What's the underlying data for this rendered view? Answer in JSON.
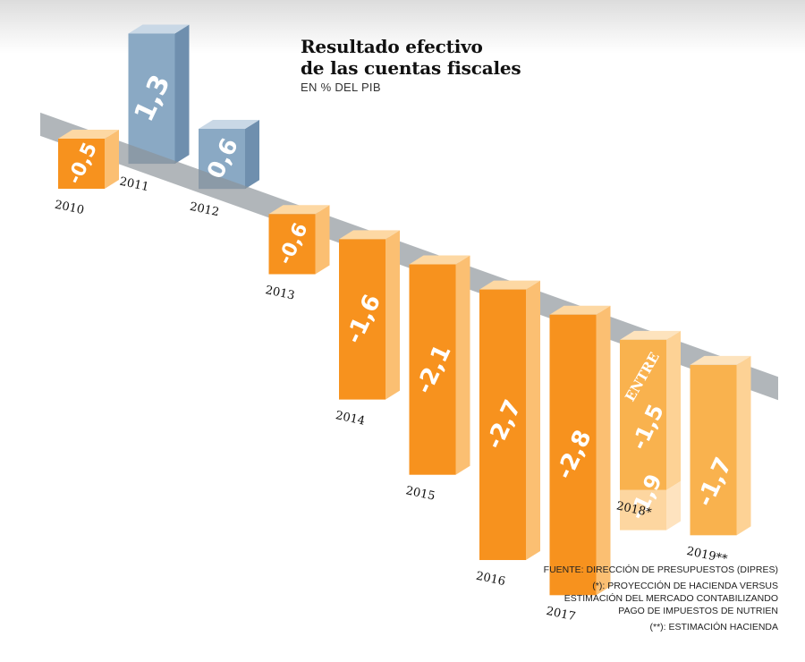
{
  "title": [
    "Resultado efectivo",
    "de las cuentas fiscales"
  ],
  "subtitle": "EN % DEL PIB",
  "notes": [
    "FUENTE: DIRECCIÓN DE PRESUPUESTOS (DIPRES)",
    "(*): PROYECCIÓN DE HACIENDA VERSUS\nESTIMACIÓN DEL MERCADO CONTABILIZANDO\nPAGO DE IMPUESTOS DE NUTRIEN",
    "(**): ESTIMACIÓN HACIENDA"
  ],
  "colors": {
    "positive_front": "#8aa9c4",
    "positive_side": "#6f8fae",
    "positive_top": "#c9d8e6",
    "negative_front": "#f7921e",
    "negative_side": "#fbbf72",
    "negative_top": "#fdd8a3",
    "estimate_front": "#f9b24e",
    "estimate_side": "#fdd295",
    "estimate_top": "#fde3bd",
    "zero_plane": "#8c9499"
  },
  "chart_data": {
    "type": "bar",
    "title": "Resultado efectivo de las cuentas fiscales",
    "subtitle": "EN % DEL PIB",
    "categories": [
      "2010",
      "2011",
      "2012",
      "2013",
      "2014",
      "2015",
      "2016",
      "2017",
      "2018*",
      "2019**"
    ],
    "values": [
      -0.5,
      1.3,
      0.6,
      -0.6,
      -1.6,
      -2.1,
      -2.7,
      -2.8,
      -1.5,
      -1.7
    ],
    "value_labels": [
      "-0,5",
      "1,3",
      "0,6",
      "-0,6",
      "-1,6",
      "-2,1",
      "-2,7",
      "-2,8",
      "-1,5",
      "-1,7"
    ],
    "range_2018": {
      "prefix": "ENTRE",
      "low": -1.5,
      "high": -1.9,
      "low_label": "-1,5",
      "high_label": "-1,9"
    },
    "ylim": [
      -2.8,
      1.3
    ],
    "style": "3d-isometric"
  }
}
